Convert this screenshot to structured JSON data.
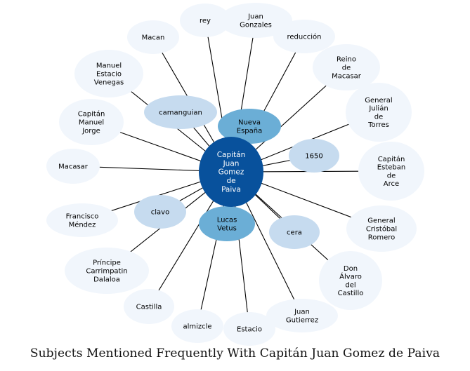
{
  "title": "Subjects Mentioned Frequently With Capitán Juan Gomez de Paiva",
  "colors": {
    "center": "#08519c",
    "mid": "#6baed6",
    "light": "#c6dbef",
    "faint": "#f1f6fc",
    "edge": "#000000",
    "text": "#000000"
  },
  "center": {
    "label": "Capitán Juan Gomez de Paiva"
  },
  "nodes": [
    {
      "id": "rey",
      "label": "rey",
      "tier": "faint"
    },
    {
      "id": "juan-gonzales",
      "label": "Juan Gonzales",
      "tier": "faint"
    },
    {
      "id": "macan",
      "label": "Macan",
      "tier": "faint"
    },
    {
      "id": "reduccion",
      "label": "reducción",
      "tier": "faint"
    },
    {
      "id": "reino-de-macasar",
      "label": "Reino de Macasar",
      "tier": "faint"
    },
    {
      "id": "manuel-estacio-venegas",
      "label": "Manuel Estacio Venegas",
      "tier": "faint"
    },
    {
      "id": "general-julian-de-torres",
      "label": "General Julián de Torres",
      "tier": "faint"
    },
    {
      "id": "camanguian",
      "label": "camanguian",
      "tier": "light"
    },
    {
      "id": "nueva-espana",
      "label": "Nueva España",
      "tier": "mid"
    },
    {
      "id": "capitan-manuel-jorge",
      "label": "Capitán Manuel Jorge",
      "tier": "faint"
    },
    {
      "id": "n1650",
      "label": "1650",
      "tier": "light"
    },
    {
      "id": "capitan-esteban-de-arce",
      "label": "Capitán Esteban de Arce",
      "tier": "faint"
    },
    {
      "id": "macasar",
      "label": "Macasar",
      "tier": "faint"
    },
    {
      "id": "clavo",
      "label": "clavo",
      "tier": "light"
    },
    {
      "id": "francisco-mendez",
      "label": "Francisco Méndez",
      "tier": "faint"
    },
    {
      "id": "lucas-vetus",
      "label": "Lucas Vetus",
      "tier": "mid"
    },
    {
      "id": "general-cristobal-romero",
      "label": "General Cristóbal Romero",
      "tier": "faint"
    },
    {
      "id": "cera",
      "label": "cera",
      "tier": "light"
    },
    {
      "id": "principe-carrimpatin-dalaloa",
      "label": "Príncipe Carrimpatin Dalaloa",
      "tier": "faint"
    },
    {
      "id": "don-alvaro-del-castillo",
      "label": "Don Álvaro del Castillo",
      "tier": "faint"
    },
    {
      "id": "castilla",
      "label": "Castilla",
      "tier": "faint"
    },
    {
      "id": "almizcle",
      "label": "almizcle",
      "tier": "faint"
    },
    {
      "id": "estacio",
      "label": "Estacio",
      "tier": "faint"
    },
    {
      "id": "juan-gutierrez",
      "label": "Juan Gutierrez",
      "tier": "faint"
    }
  ]
}
